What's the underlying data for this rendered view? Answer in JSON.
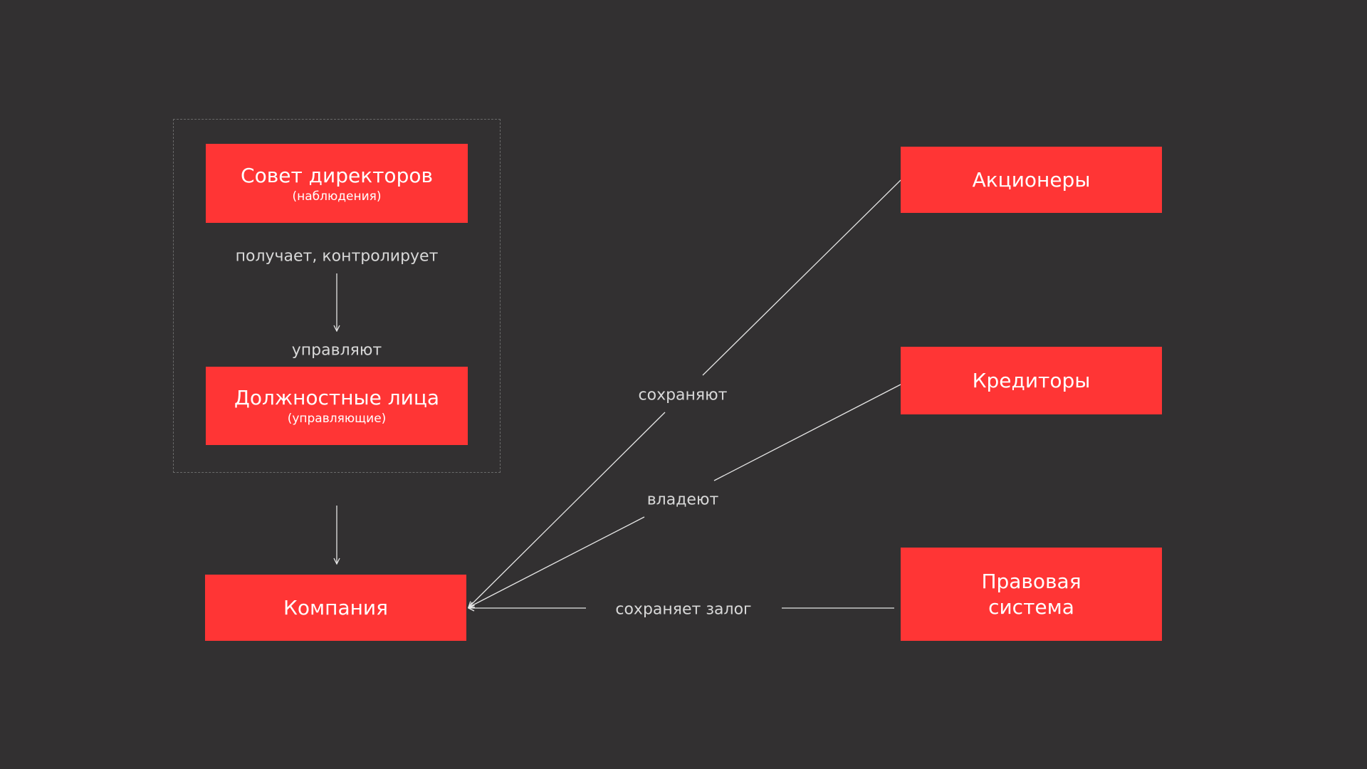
{
  "colors": {
    "background": "#323031",
    "box": "#FF3535",
    "line": "#e6e6e6"
  },
  "nodes": {
    "board": {
      "title": "Совет директоров",
      "subtitle": "(наблюдения)"
    },
    "officers": {
      "title": "Должностные лица",
      "subtitle": "(управляющие)"
    },
    "company": {
      "title": "Компания"
    },
    "shareholders": {
      "title": "Акционеры"
    },
    "creditors": {
      "title": "Кредиторы"
    },
    "legal": {
      "title": "Правовая система"
    }
  },
  "edges": {
    "board_officers_top": "получает, контролирует",
    "board_officers_bottom": "управляют",
    "shareholders_company": "сохраняют",
    "creditors_company": "владеют",
    "legal_company": "сохраняет залог"
  }
}
